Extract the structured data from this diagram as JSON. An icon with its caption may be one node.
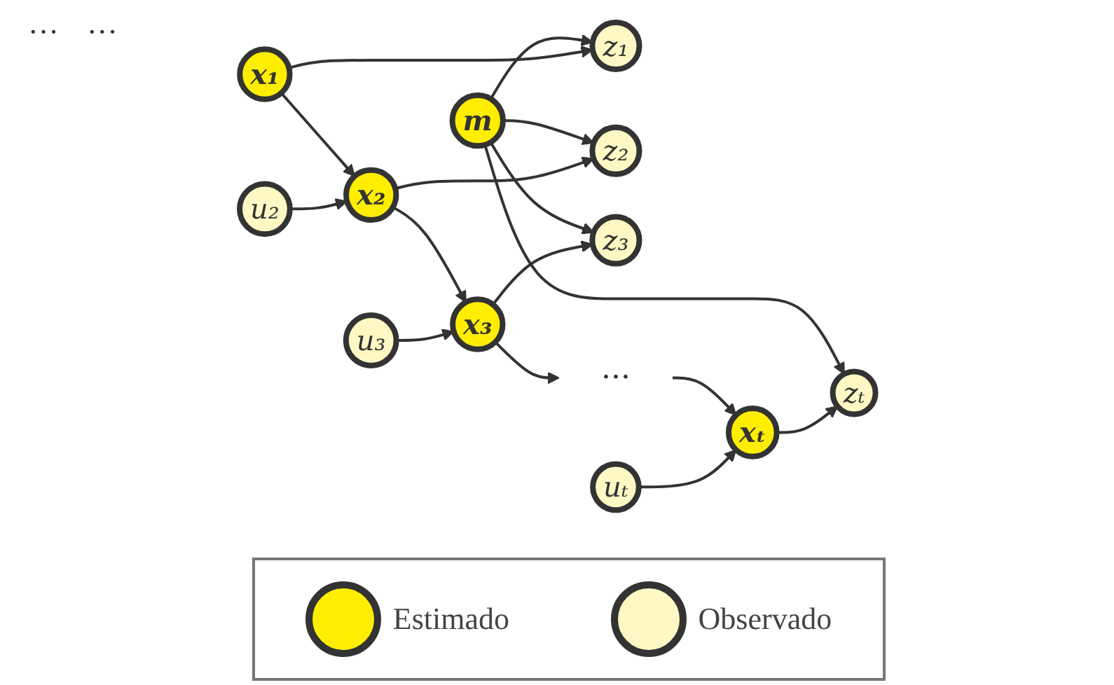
{
  "diagram": {
    "nodes": [
      {
        "text": [
          "m"
        ]
      },
      {
        "text": [
          "z₁"
        ]
      },
      {
        "text": [
          "z₂"
        ]
      },
      {
        "text": [
          "z₃"
        ]
      },
      {
        "text": [
          "zₜ"
        ]
      },
      {
        "text": [
          "x₁"
        ]
      },
      {
        "text": [
          "x₂"
        ]
      },
      {
        "text": [
          "x₃"
        ]
      },
      {
        "text": [
          "···"
        ]
      },
      {
        "text": [
          "xₜ"
        ]
      },
      {
        "text": [
          "u₂"
        ]
      },
      {
        "text": [
          "u₃"
        ]
      },
      {
        "text": [
          "uₜ"
        ]
      }
    ],
    "edges": [
      {
        "from": 0,
        "to": 1,
        "arrow": "to"
      },
      {
        "from": 0,
        "to": 2,
        "arrow": "to"
      },
      {
        "from": 0,
        "to": 3,
        "arrow": "to"
      },
      {
        "from": 0,
        "to": 4,
        "arrow": "to"
      },
      {
        "from": 5,
        "to": 1,
        "arrow": "to"
      },
      {
        "from": 5,
        "to": 6,
        "arrow": "to"
      },
      {
        "from": 6,
        "to": 2,
        "arrow": "to"
      },
      {
        "from": 6,
        "to": 7,
        "arrow": "to"
      },
      {
        "from": 7,
        "to": 3,
        "arrow": "to"
      },
      {
        "from": 7,
        "to": 8,
        "arrow": "to"
      },
      {
        "from": 8,
        "to": 9,
        "arrow": "to"
      },
      {
        "from": 9,
        "to": 4,
        "arrow": "to"
      },
      {
        "from": 10,
        "to": 6,
        "arrow": "to"
      },
      {
        "from": 11,
        "to": 7,
        "arrow": "to"
      },
      {
        "from": 12,
        "to": 9,
        "arrow": "to"
      }
    ],
    "labels": [
      "···",
      "···"
    ],
    "legend": [
      {
        "text": "Estimado",
        "color": "#ffee00"
      },
      {
        "text": "Observado",
        "color": "#fff8c4"
      }
    ]
  }
}
